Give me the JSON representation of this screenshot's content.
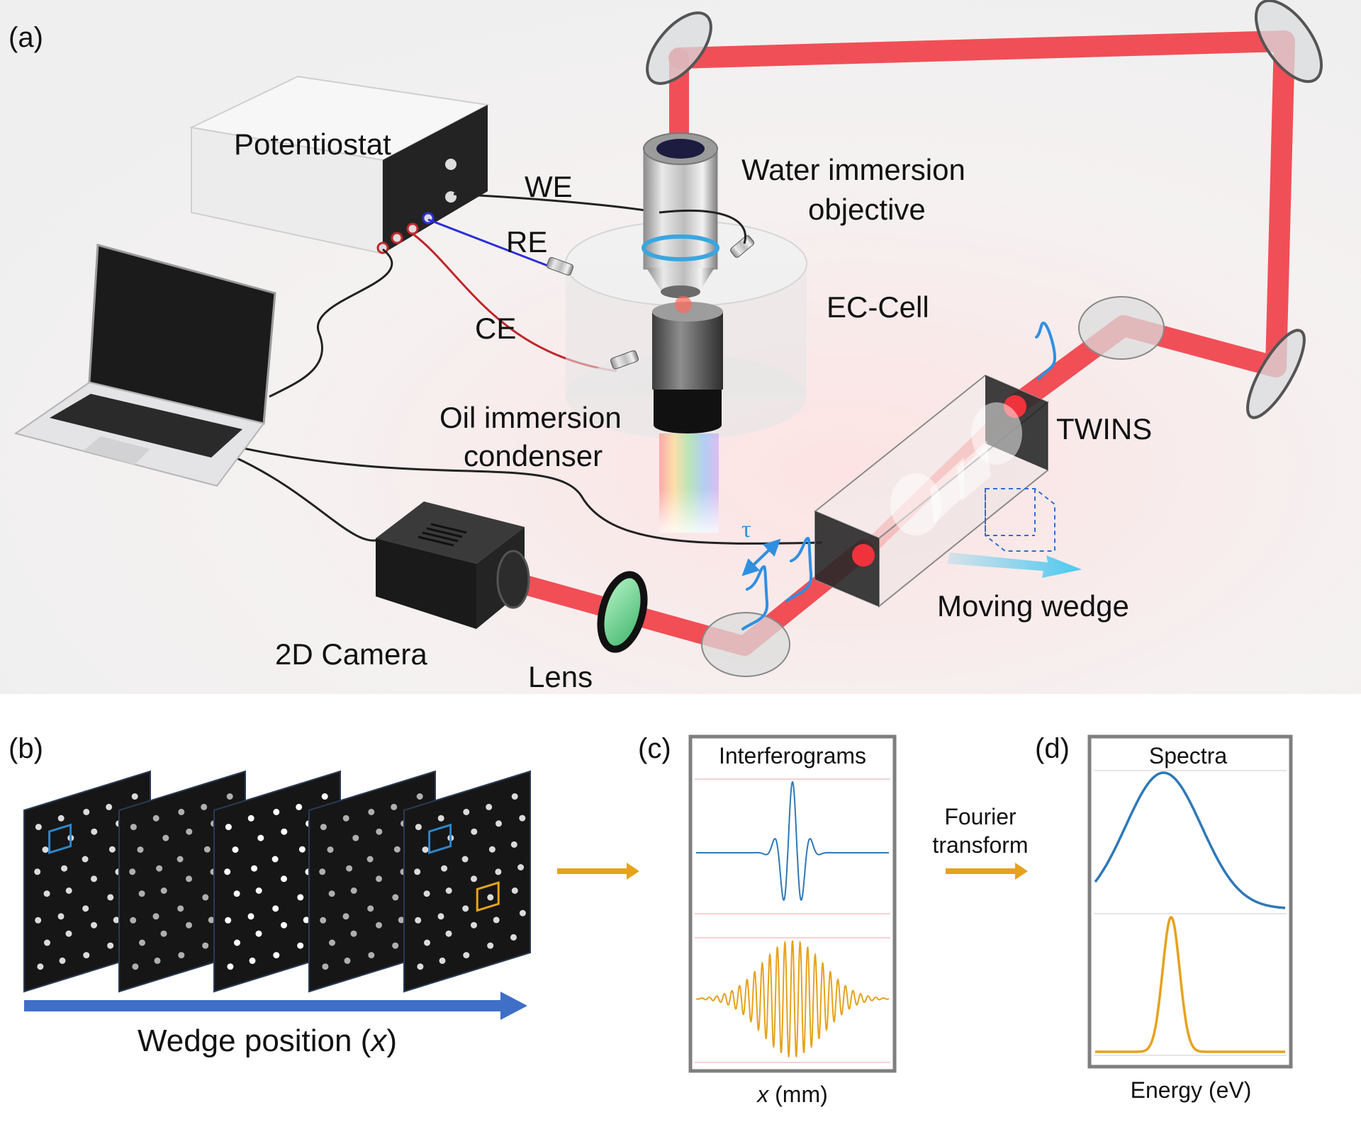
{
  "panel_a": {
    "panel_label": "(a)",
    "labels": {
      "potentiostat": "Potentiostat",
      "we": "WE",
      "re": "RE",
      "ce": "CE",
      "objective_line1": "Water immersion",
      "objective_line2": "objective",
      "ec_cell": "EC-Cell",
      "condenser_line1": "Oil immersion",
      "condenser_line2": "condenser",
      "twins": "TWINS",
      "tau": "τ",
      "moving_wedge": "Moving wedge",
      "camera": "2D Camera",
      "lens": "Lens"
    },
    "colors": {
      "beam": "#f0323c",
      "we_wire": "#222222",
      "re_wire": "#2b2fd6",
      "ce_wire": "#c0262b",
      "pulse": "#2f8fe0",
      "wedge_arrow": "#4cc8f0"
    }
  },
  "panel_b": {
    "panel_label": "(b)",
    "axis_label": "Wedge position (",
    "axis_var": "x",
    "axis_label_end": ")",
    "frame_count": 5,
    "colors": {
      "arrow": "#3f6fc6",
      "roi_blue": "#2e86c8",
      "roi_orange": "#e8a317"
    }
  },
  "panel_c": {
    "panel_label": "(c)",
    "title": "Interferograms",
    "xlabel_var": "x",
    "xlabel_unit": " (mm)",
    "colors": {
      "blue": "#2e78b7",
      "orange": "#e6a21c"
    }
  },
  "arrow_label": {
    "line1": "Fourier",
    "line2": "transform"
  },
  "panel_d": {
    "panel_label": "(d)",
    "title": "Spectra",
    "xlabel": "Energy (eV)",
    "colors": {
      "blue": "#2e78b7",
      "orange": "#e6a21c"
    }
  }
}
